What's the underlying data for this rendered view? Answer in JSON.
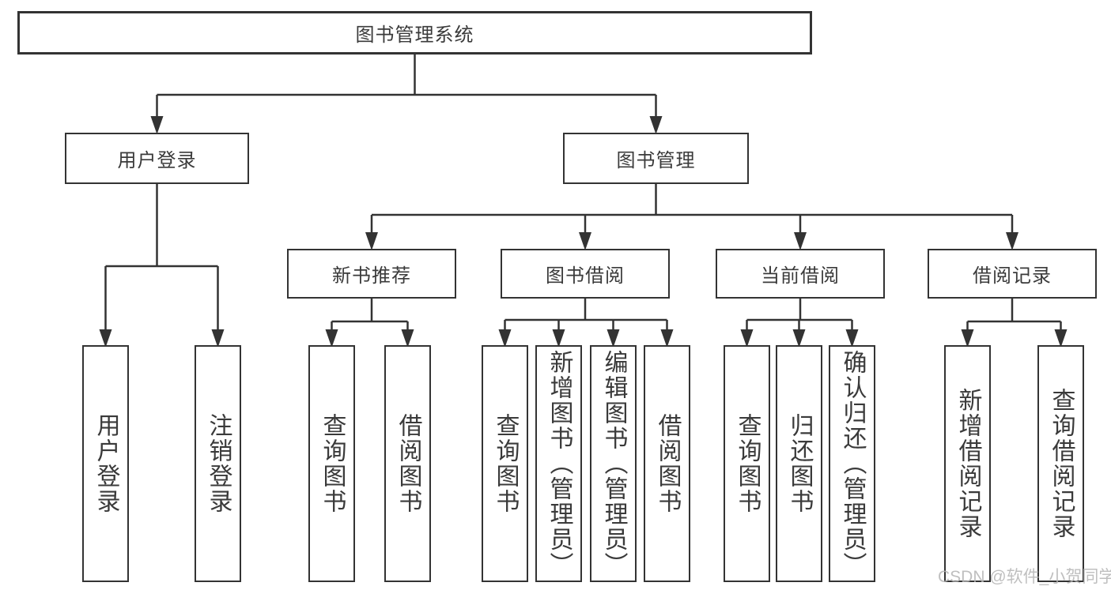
{
  "colors": {
    "background": "#ffffff",
    "box_border": "#333333",
    "box_fill": "#ffffff",
    "line": "#333333",
    "text": "#3a3a3a",
    "watermark": "#b5b5b5"
  },
  "nodes": {
    "root": {
      "label": "图书管理系统"
    },
    "user_login": {
      "label": "用户登录",
      "children": [
        "用户登录",
        "注销登录"
      ]
    },
    "book_mgmt": {
      "label": "图书管理",
      "children": {
        "new_book_rec": {
          "label": "新书推荐",
          "children": [
            "查询图书",
            "借阅图书"
          ]
        },
        "book_borrow": {
          "label": "图书借阅",
          "children": [
            "查询图书",
            "新增图书（管理员）",
            "编辑图书（管理员）",
            "借阅图书"
          ]
        },
        "current_borrow": {
          "label": "当前借阅",
          "children": [
            "查询图书",
            "归还图书",
            "确认归还（管理员）"
          ]
        },
        "borrow_records": {
          "label": "借阅记录",
          "children": [
            "新增借阅记录",
            "查询借阅记录"
          ]
        }
      }
    }
  },
  "watermark": {
    "text": "CSDN @软件_小贺同学"
  }
}
